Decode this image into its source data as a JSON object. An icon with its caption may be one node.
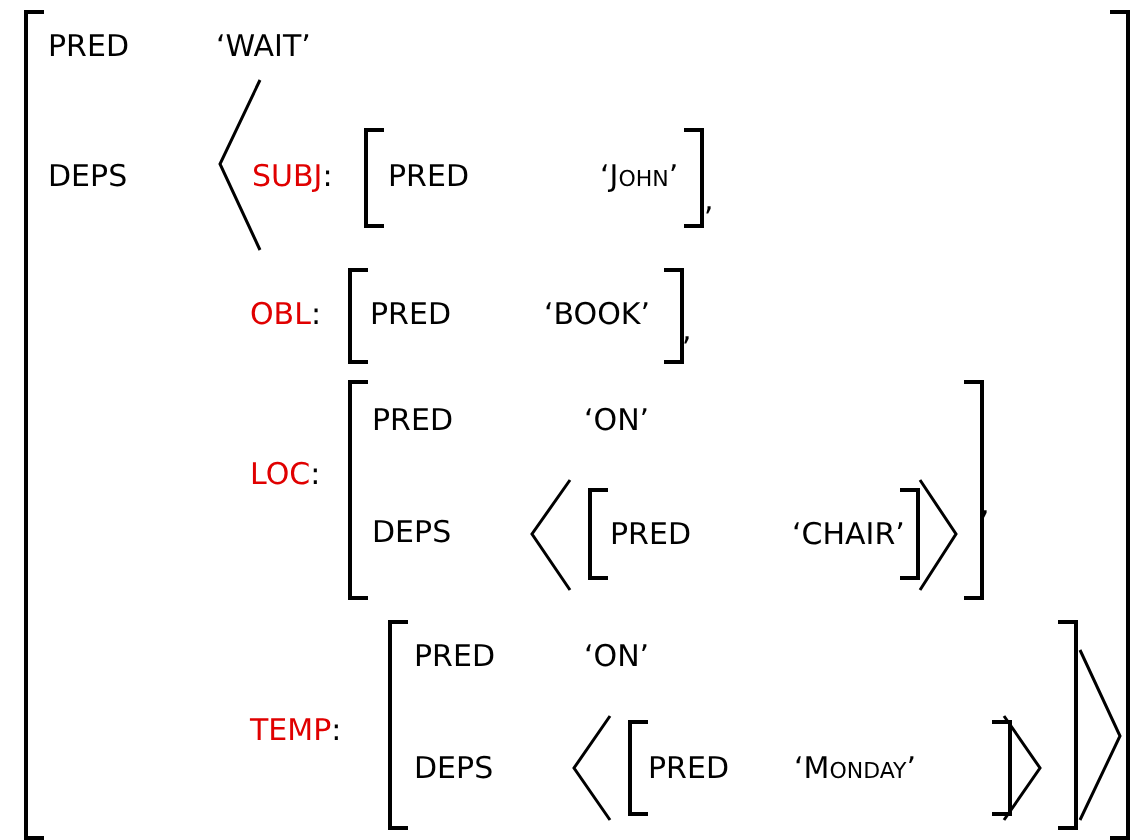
{
  "diagram": {
    "nodes": [
      {
        "text": [
          "PRED",
          "‘WAIT’",
          "DEPS"
        ]
      },
      {
        "text": [
          "PRED",
          "‘John’"
        ],
        "in": 0,
        "beside": [
          "SUBJ:"
        ]
      },
      {
        "text": [
          "PRED",
          "‘BOOK’"
        ],
        "in": 0,
        "beside": [
          "OBL:"
        ]
      },
      {
        "text": [
          "PRED",
          "‘ON’",
          "DEPS"
        ],
        "in": 0,
        "beside": [
          "LOC:"
        ]
      },
      {
        "text": [
          "PRED",
          "‘CHAIR’"
        ],
        "in": 3
      },
      {
        "text": [
          "PRED",
          "‘ON’",
          "DEPS"
        ],
        "in": 0,
        "beside": [
          "TEMP:"
        ]
      },
      {
        "text": [
          "PRED",
          "‘Monday’"
        ],
        "in": 5
      }
    ],
    "edges": [],
    "labels": [
      ",",
      ",",
      ","
    ]
  }
}
